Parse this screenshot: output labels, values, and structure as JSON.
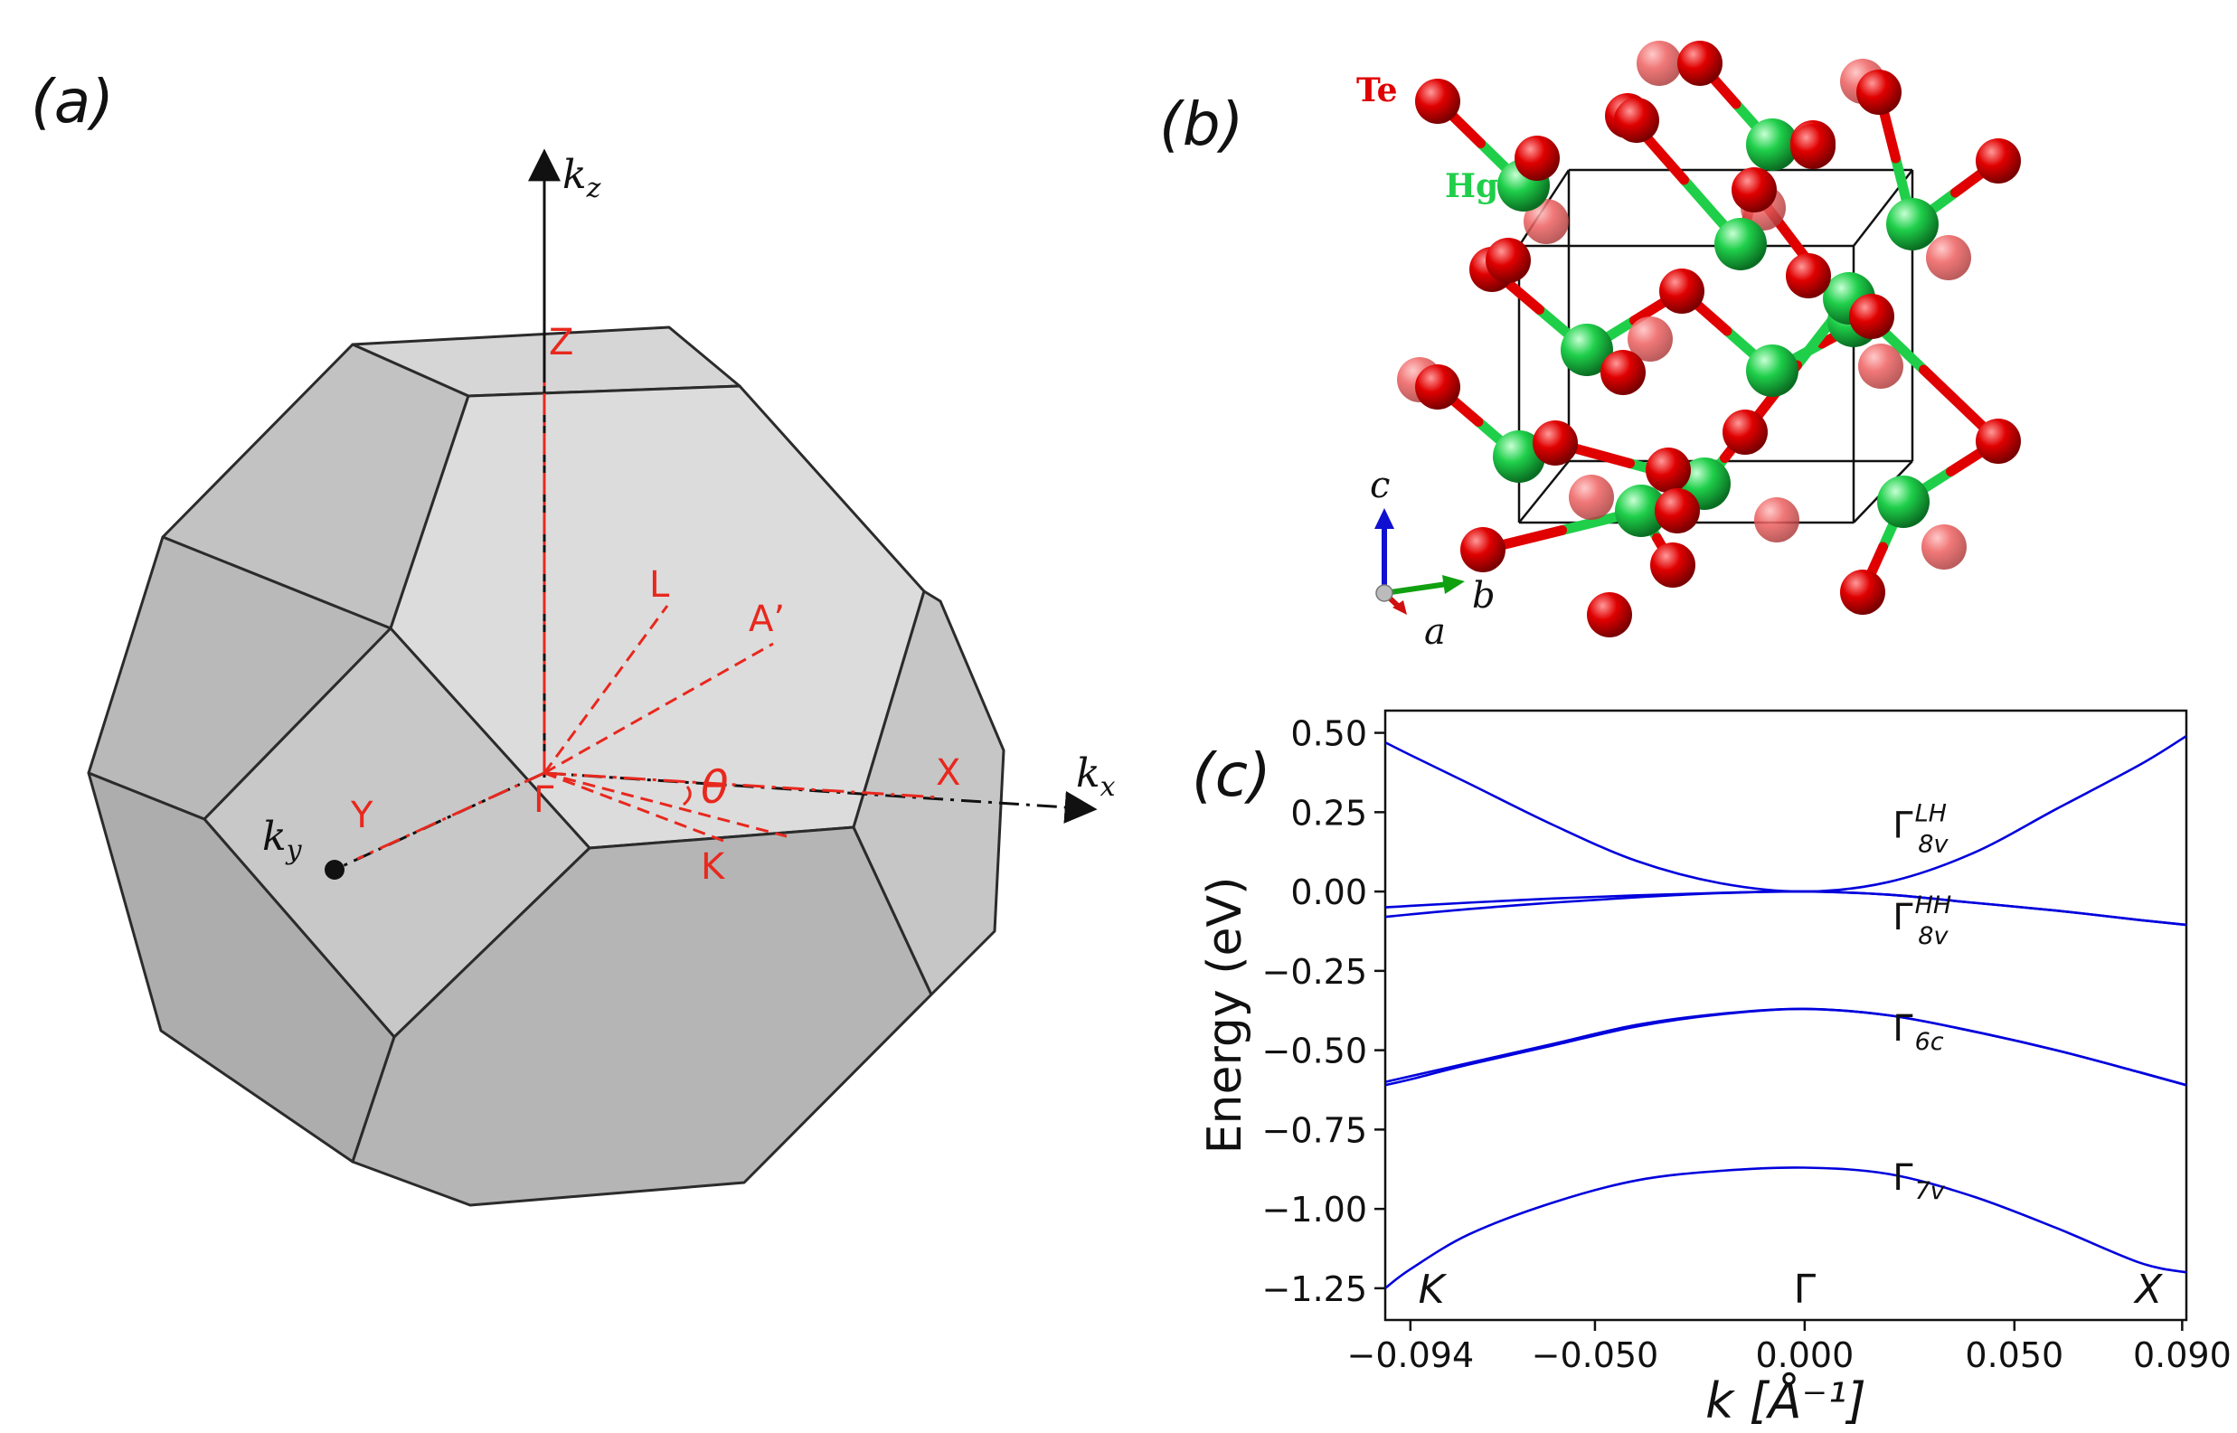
{
  "panel_labels": {
    "a": "(a)",
    "b": "(b)",
    "c": "(c)"
  },
  "panel_a": {
    "axes": {
      "kz": "k",
      "kz_sub": "z",
      "kx": "k",
      "kx_sub": "x",
      "ky": "k",
      "ky_sub": "y"
    },
    "points": {
      "Z": "Z",
      "L": "L",
      "A_prime": "A’",
      "X": "X",
      "Y": "Y",
      "Gamma": "Γ",
      "K": "K",
      "theta": "θ"
    },
    "colors": {
      "face_light": "#dcdcdc",
      "face_mid": "#c4c4c4",
      "face_dark": "#adadad",
      "edge": "#2b2b2b",
      "path": "#e8281e"
    }
  },
  "panel_b": {
    "atoms": {
      "te": "Te",
      "hg": "Hg"
    },
    "axes": {
      "a": "a",
      "b": "b",
      "c": "c"
    },
    "colors": {
      "te": "#e00000",
      "hg": "#1fcf4a",
      "cell": "#111111",
      "axis_a": "#d01010",
      "axis_b": "#10a010",
      "axis_c": "#1010d0"
    }
  },
  "chart_data": {
    "type": "line",
    "title": "",
    "ylabel": "Energy (eV)",
    "xlabel": "k [Å⁻¹]",
    "xlim": [
      -0.1,
      0.091
    ],
    "ylim": [
      -1.35,
      0.57
    ],
    "xticks": [
      {
        "value": -0.094,
        "label": "−0.094"
      },
      {
        "value": -0.05,
        "label": "−0.050"
      },
      {
        "value": 0.0,
        "label": "0.000"
      },
      {
        "value": 0.05,
        "label": "0.050"
      },
      {
        "value": 0.09,
        "label": "0.090"
      }
    ],
    "yticks": [
      {
        "value": 0.5,
        "label": "0.50"
      },
      {
        "value": 0.25,
        "label": "0.25"
      },
      {
        "value": 0.0,
        "label": "0.00"
      },
      {
        "value": -0.25,
        "label": "−0.25"
      },
      {
        "value": -0.5,
        "label": "−0.50"
      },
      {
        "value": -0.75,
        "label": "−0.75"
      },
      {
        "value": -1.0,
        "label": "−1.00"
      },
      {
        "value": -1.25,
        "label": "−1.25"
      }
    ],
    "k_points": [
      {
        "label": "K",
        "x": -0.089,
        "italic": true
      },
      {
        "label": "Γ",
        "x": 0.0,
        "italic": false
      },
      {
        "label": "X",
        "x": 0.082,
        "italic": true
      }
    ],
    "band_labels": [
      {
        "base": "Γ",
        "sub": "8v",
        "sup": "LH",
        "x": 0.021,
        "y": 0.17
      },
      {
        "base": "Γ",
        "sub": "8v",
        "sup": "HH",
        "x": 0.021,
        "y": -0.12
      },
      {
        "base": "Γ",
        "sub": "6c",
        "sup": "",
        "x": 0.021,
        "y": -0.47
      },
      {
        "base": "Γ",
        "sub": "7v",
        "sup": "",
        "x": 0.021,
        "y": -0.94
      }
    ],
    "line_color": "#0000dd",
    "series": [
      {
        "x": [
          -0.1,
          -0.094,
          -0.08,
          -0.06,
          -0.04,
          -0.02,
          0.0,
          0.02,
          0.04,
          0.06,
          0.08,
          0.091
        ],
        "y": [
          0.47,
          0.43,
          0.34,
          0.21,
          0.096,
          0.026,
          0.0,
          0.03,
          0.12,
          0.26,
          0.4,
          0.49
        ]
      },
      {
        "x": [
          -0.1,
          -0.094,
          -0.08,
          -0.06,
          -0.04,
          -0.02,
          0.0,
          0.02,
          0.04,
          0.06,
          0.08,
          0.091
        ],
        "y": [
          -0.05,
          -0.045,
          -0.035,
          -0.022,
          -0.012,
          -0.004,
          0.0,
          -0.01,
          -0.035,
          -0.06,
          -0.09,
          -0.105
        ]
      },
      {
        "x": [
          -0.1,
          -0.094,
          -0.08,
          -0.06,
          -0.04,
          -0.02,
          0.0,
          0.02,
          0.04,
          0.06,
          0.08,
          0.091
        ],
        "y": [
          -0.08,
          -0.072,
          -0.055,
          -0.035,
          -0.018,
          -0.005,
          0.0,
          -0.01,
          -0.035,
          -0.06,
          -0.09,
          -0.105
        ]
      },
      {
        "x": [
          -0.1,
          -0.094,
          -0.08,
          -0.06,
          -0.04,
          -0.02,
          0.0,
          0.02,
          0.04,
          0.06,
          0.08,
          0.091
        ],
        "y": [
          -0.6,
          -0.582,
          -0.54,
          -0.48,
          -0.42,
          -0.385,
          -0.37,
          -0.39,
          -0.44,
          -0.5,
          -0.57,
          -0.61
        ]
      },
      {
        "x": [
          -0.1,
          -0.094,
          -0.08,
          -0.06,
          -0.04,
          -0.02,
          0.0,
          0.02,
          0.04,
          0.06,
          0.08,
          0.091
        ],
        "y": [
          -0.61,
          -0.592,
          -0.545,
          -0.485,
          -0.425,
          -0.387,
          -0.37,
          -0.39,
          -0.44,
          -0.5,
          -0.57,
          -0.61
        ]
      },
      {
        "x": [
          -0.1,
          -0.094,
          -0.08,
          -0.06,
          -0.04,
          -0.02,
          0.0,
          0.02,
          0.04,
          0.06,
          0.08,
          0.091
        ],
        "y": [
          -1.25,
          -1.19,
          -1.08,
          -0.98,
          -0.91,
          -0.88,
          -0.87,
          -0.89,
          -0.96,
          -1.06,
          -1.17,
          -1.2
        ]
      }
    ]
  }
}
